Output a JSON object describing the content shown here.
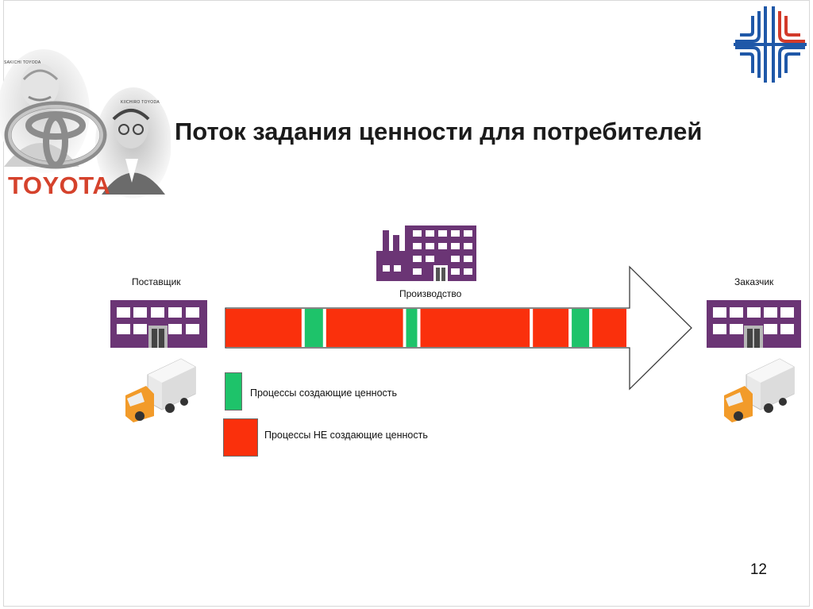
{
  "slide": {
    "title": "Поток задания ценности для потребителей",
    "page_number": "12"
  },
  "branding": {
    "logo_text": "TOYOTA",
    "portrait_caption_1": "SAKICHI TOYODA",
    "portrait_caption_2": "KIICHIRO TOYODA"
  },
  "diagram": {
    "supplier_label": "Поставщик",
    "production_label": "Производство",
    "customer_label": "Заказчик",
    "legend": [
      {
        "label": "Процессы создающие ценность",
        "color": "#1ec36a"
      },
      {
        "label": "Процессы НЕ создающие ценность",
        "color": "#fa300c"
      }
    ],
    "stream_segments": [
      {
        "kind": "non-value",
        "share": 96
      },
      {
        "kind": "value",
        "share": 23
      },
      {
        "kind": "non-value",
        "share": 97
      },
      {
        "kind": "value",
        "share": 14
      },
      {
        "kind": "non-value",
        "share": 138
      },
      {
        "kind": "non-value",
        "share": 45
      },
      {
        "kind": "value",
        "share": 22
      },
      {
        "kind": "non-value",
        "share": 43
      }
    ]
  },
  "colors": {
    "building": "#6b3575",
    "value_added": "#1ec36a",
    "non_value_added": "#fa300c",
    "truck_cab": "#f29b2a",
    "brand_red": "#d5422c",
    "emblem_blue": "#1f58a8",
    "emblem_red": "#d23a2a"
  }
}
